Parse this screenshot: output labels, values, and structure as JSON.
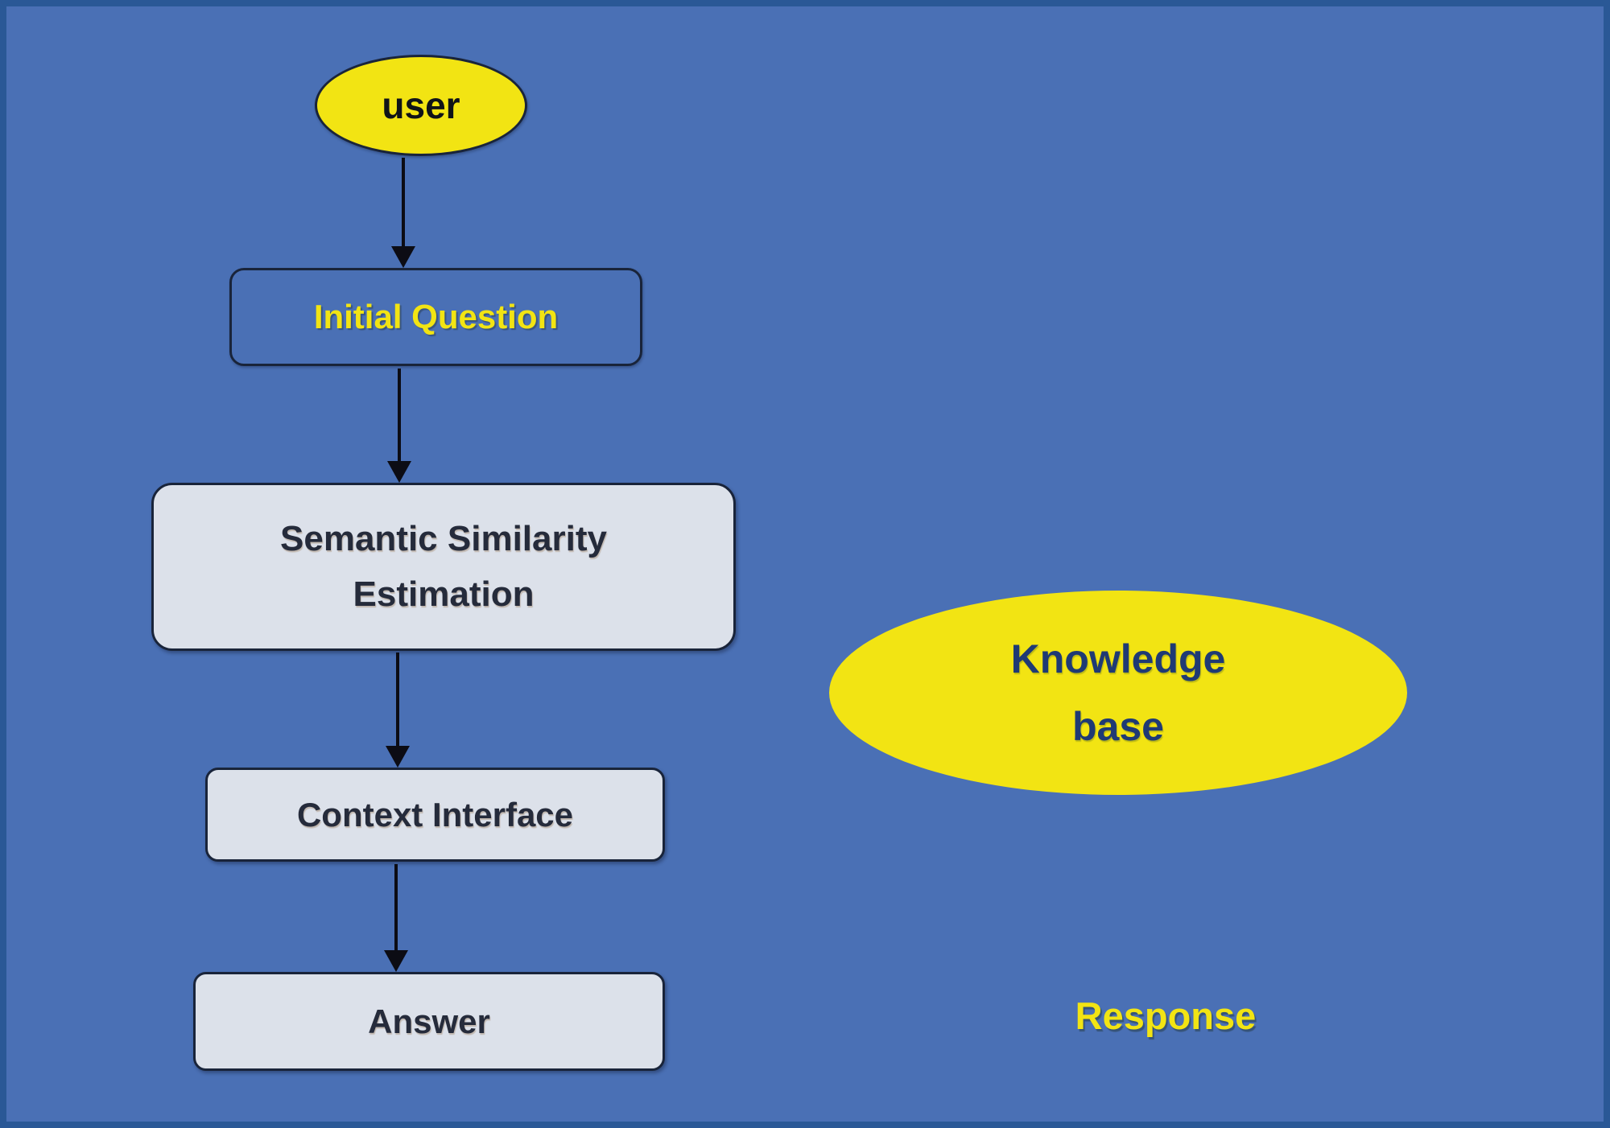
{
  "colors": {
    "canvas_bg": "#4a70b5",
    "canvas_border": "#2a5896",
    "accent_yellow": "#f2e413",
    "node_gray": "#dce1ea",
    "node_border": "#19243a",
    "text_dark": "#252b3b",
    "text_navy": "#1f3a74",
    "text_black": "#101318",
    "arrow_black": "#0c0c14"
  },
  "diagram": {
    "nodes": {
      "user": {
        "label": "user",
        "shape": "ellipse",
        "fill": "#f2e413"
      },
      "initial_question": {
        "label": "Initial Question",
        "shape": "rounded-rect",
        "fill": "transparent"
      },
      "semantic_similarity_estimation": {
        "label": "Semantic Similarity\nEstimation",
        "shape": "rounded-rect",
        "fill": "#dce1ea"
      },
      "context_interface": {
        "label": "Context Interface",
        "shape": "rounded-rect",
        "fill": "#dce1ea"
      },
      "answer": {
        "label": "Answer",
        "shape": "rounded-rect",
        "fill": "#dce1ea"
      },
      "knowledge_base": {
        "label": "Knowledge\nbase",
        "shape": "ellipse",
        "fill": "#f2e413"
      },
      "response": {
        "label": "Response",
        "shape": "text"
      }
    },
    "edges": [
      {
        "from": "user",
        "to": "initial_question"
      },
      {
        "from": "initial_question",
        "to": "semantic_similarity_estimation"
      },
      {
        "from": "semantic_similarity_estimation",
        "to": "context_interface"
      },
      {
        "from": "context_interface",
        "to": "answer"
      }
    ]
  }
}
